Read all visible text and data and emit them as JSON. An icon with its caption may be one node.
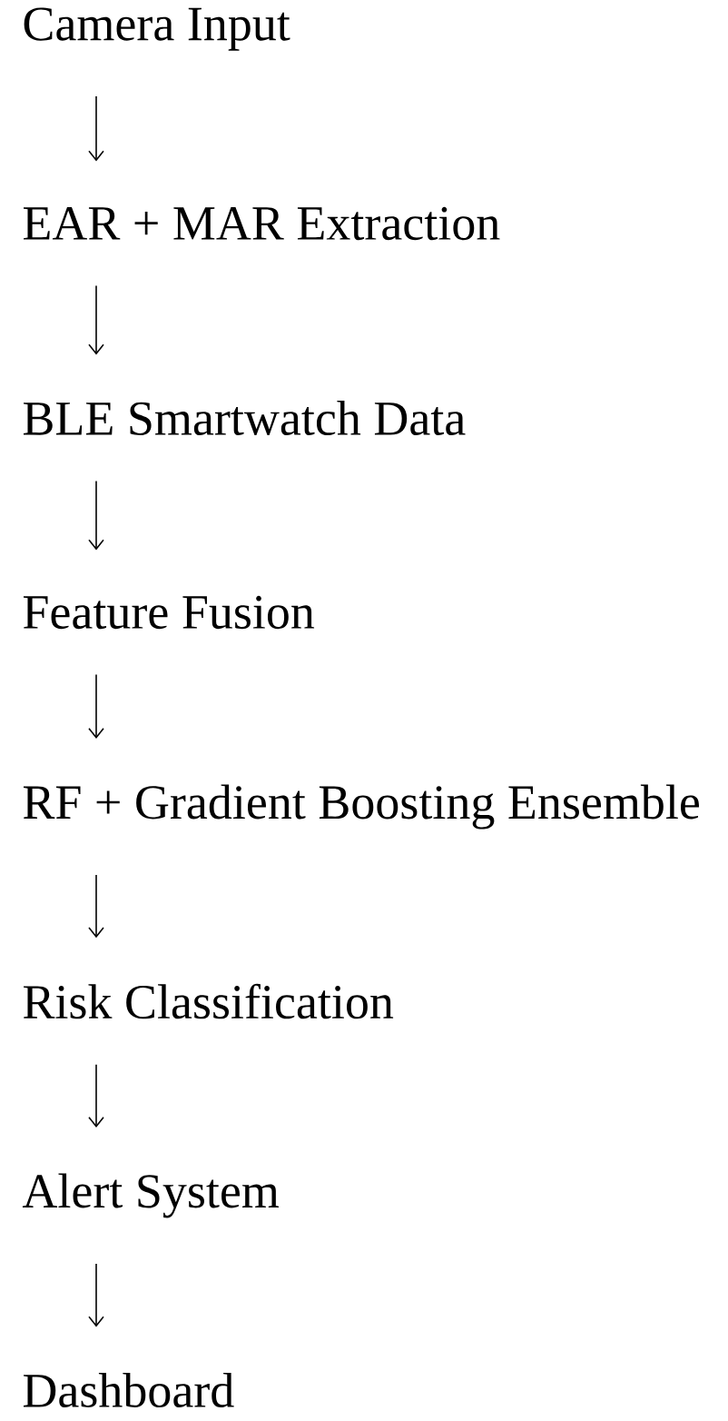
{
  "diagram": {
    "nodes": [
      {
        "text": [
          "Camera Input"
        ]
      },
      {
        "text": [
          "EAR + MAR Extraction"
        ]
      },
      {
        "text": [
          "BLE Smartwatch Data"
        ]
      },
      {
        "text": [
          "Feature Fusion"
        ]
      },
      {
        "text": [
          "RF + Gradient Boosting Ensemble"
        ]
      },
      {
        "text": [
          "Risk Classification"
        ]
      },
      {
        "text": [
          "Alert System"
        ]
      },
      {
        "text": [
          "Dashboard"
        ]
      }
    ],
    "edges": [
      {
        "from": 0,
        "to": 1,
        "arrow": "to"
      },
      {
        "from": 1,
        "to": 2,
        "arrow": "to"
      },
      {
        "from": 2,
        "to": 3,
        "arrow": "to"
      },
      {
        "from": 3,
        "to": 4,
        "arrow": "to"
      },
      {
        "from": 4,
        "to": 5,
        "arrow": "to"
      },
      {
        "from": 5,
        "to": 6,
        "arrow": "to"
      },
      {
        "from": 6,
        "to": 7,
        "arrow": "to"
      }
    ]
  }
}
